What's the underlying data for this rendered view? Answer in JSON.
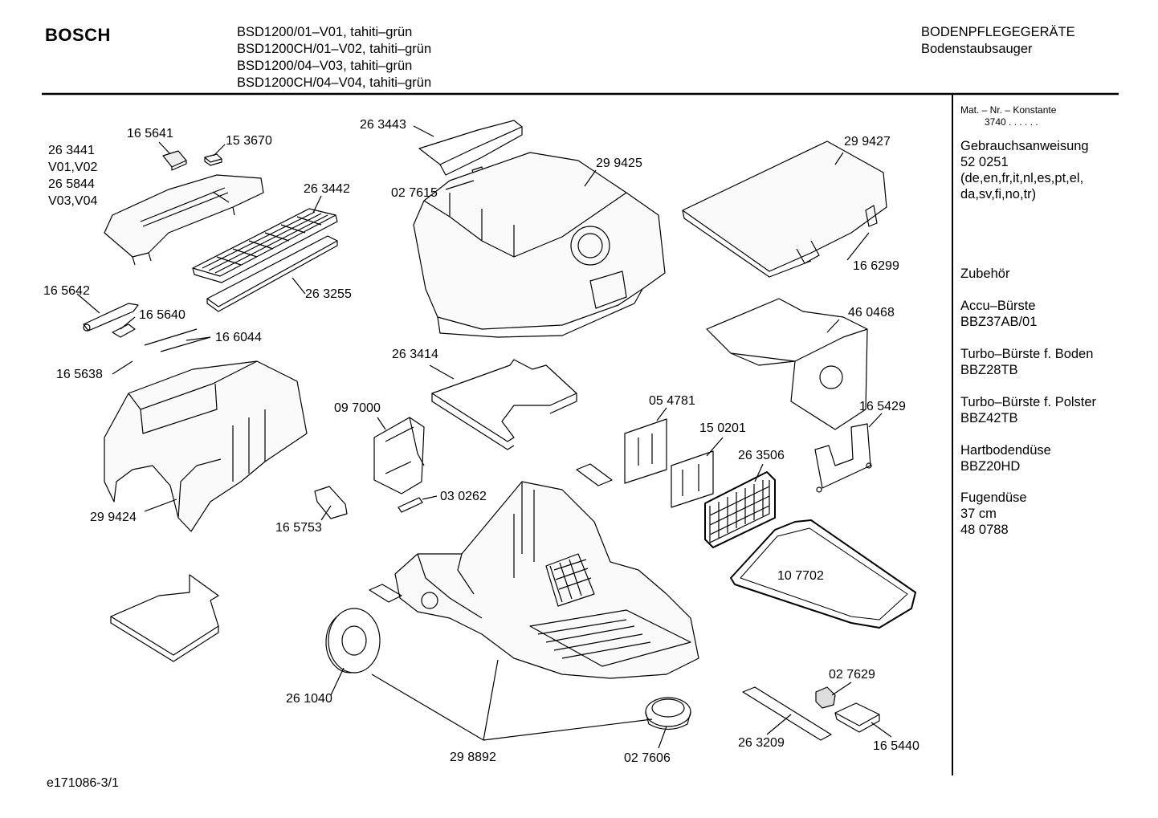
{
  "header": {
    "brand": "BOSCH",
    "models": [
      "BSD1200/01–V01, tahiti–grün",
      "BSD1200CH/01–V02, tahiti–grün",
      "BSD1200/04–V03, tahiti–grün",
      "BSD1200CH/04–V04, tahiti–grün"
    ],
    "category": "BODENPFLEGEGERÄTE",
    "subcategory": "Bodenstaubsauger"
  },
  "sidebar": {
    "mat_label": "Mat. – Nr. – Konstante",
    "mat_value": "3740  .   .   .   .   .   .",
    "manual_title": "Gebrauchsanweisung",
    "manual_number": "52 0251",
    "manual_lang_1": "(de,en,fr,it,nl,es,pt,el,",
    "manual_lang_2": "da,sv,fi,no,tr)",
    "accessories_title": "Zubehör",
    "acc1_name": "Accu–Bürste",
    "acc1_code": "BBZ37AB/01",
    "acc2_name": "Turbo–Bürste f. Boden",
    "acc2_code": "BBZ28TB",
    "acc3_name": "Turbo–Bürste f. Polster",
    "acc3_code": "BBZ42TB",
    "acc4_name": "Hartbodendüse",
    "acc4_code": "BBZ20HD",
    "acc5_name": "Fugendüse",
    "acc5_line2": "37 cm",
    "acc5_code": "48 0788"
  },
  "parts": {
    "p165641": "16 5641",
    "p153670": "15 3670",
    "p263441": "26 3441",
    "v0102": "V01,V02",
    "p265844": "26 5844",
    "v0304": "V03,V04",
    "p263442": "26 3442",
    "p263255": "26 3255",
    "p165642": "16 5642",
    "p165640": "16 5640",
    "p166044": "16 6044",
    "p165638": "16 5638",
    "p299424": "29 9424",
    "p263443": "26 3443",
    "p027615": "02 7615",
    "p299425": "29 9425",
    "p299427": "29 9427",
    "p166299": "16 6299",
    "p460468": "46 0468",
    "p263414": "26 3414",
    "p097000": "09 7000",
    "p030262": "03 0262",
    "p165753": "16 5753",
    "p054781": "05 4781",
    "p150201": "15 0201",
    "p263506": "26 3506",
    "p165429": "16 5429",
    "p107702": "10 7702",
    "p027629": "02 7629",
    "p263209": "26 3209",
    "p165440": "16 5440",
    "p261040": "26 1040",
    "p298892": "29 8892",
    "p027606": "02 7606"
  },
  "footer": {
    "doc_id": "e171086-3/1"
  }
}
